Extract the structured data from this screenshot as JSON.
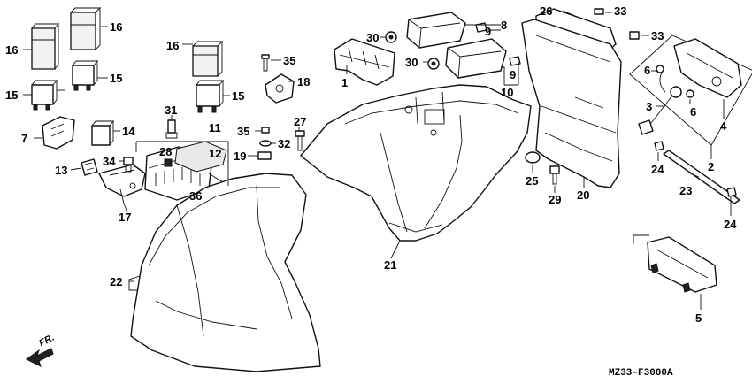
{
  "diagram_code": "MZ33–F3000A",
  "direction_label": "FR.",
  "callouts": [
    {
      "id": "c1",
      "label": "1"
    },
    {
      "id": "c2",
      "label": "2"
    },
    {
      "id": "c3",
      "label": "3"
    },
    {
      "id": "c4",
      "label": "4"
    },
    {
      "id": "c5",
      "label": "5"
    },
    {
      "id": "c6a",
      "label": "6"
    },
    {
      "id": "c6b",
      "label": "6"
    },
    {
      "id": "c7",
      "label": "7"
    },
    {
      "id": "c8",
      "label": "8"
    },
    {
      "id": "c9a",
      "label": "9"
    },
    {
      "id": "c9b",
      "label": "9"
    },
    {
      "id": "c10",
      "label": "10"
    },
    {
      "id": "c11",
      "label": "11"
    },
    {
      "id": "c12",
      "label": "12"
    },
    {
      "id": "c13",
      "label": "13"
    },
    {
      "id": "c14",
      "label": "14"
    },
    {
      "id": "c15a",
      "label": "15"
    },
    {
      "id": "c15b",
      "label": "15"
    },
    {
      "id": "c15c",
      "label": "15"
    },
    {
      "id": "c16a",
      "label": "16"
    },
    {
      "id": "c16b",
      "label": "16"
    },
    {
      "id": "c16c",
      "label": "16"
    },
    {
      "id": "c17",
      "label": "17"
    },
    {
      "id": "c18",
      "label": "18"
    },
    {
      "id": "c19",
      "label": "19"
    },
    {
      "id": "c20",
      "label": "20"
    },
    {
      "id": "c21",
      "label": "21"
    },
    {
      "id": "c22",
      "label": "22"
    },
    {
      "id": "c23",
      "label": "23"
    },
    {
      "id": "c24a",
      "label": "24"
    },
    {
      "id": "c24b",
      "label": "24"
    },
    {
      "id": "c25",
      "label": "25"
    },
    {
      "id": "c26",
      "label": "26"
    },
    {
      "id": "c27",
      "label": "27"
    },
    {
      "id": "c28",
      "label": "28"
    },
    {
      "id": "c29",
      "label": "29"
    },
    {
      "id": "c30a",
      "label": "30"
    },
    {
      "id": "c30b",
      "label": "30"
    },
    {
      "id": "c31",
      "label": "31"
    },
    {
      "id": "c32",
      "label": "32"
    },
    {
      "id": "c33a",
      "label": "33"
    },
    {
      "id": "c33b",
      "label": "33"
    },
    {
      "id": "c34",
      "label": "34"
    },
    {
      "id": "c35a",
      "label": "35"
    },
    {
      "id": "c35b",
      "label": "35"
    },
    {
      "id": "c36",
      "label": "36"
    }
  ]
}
